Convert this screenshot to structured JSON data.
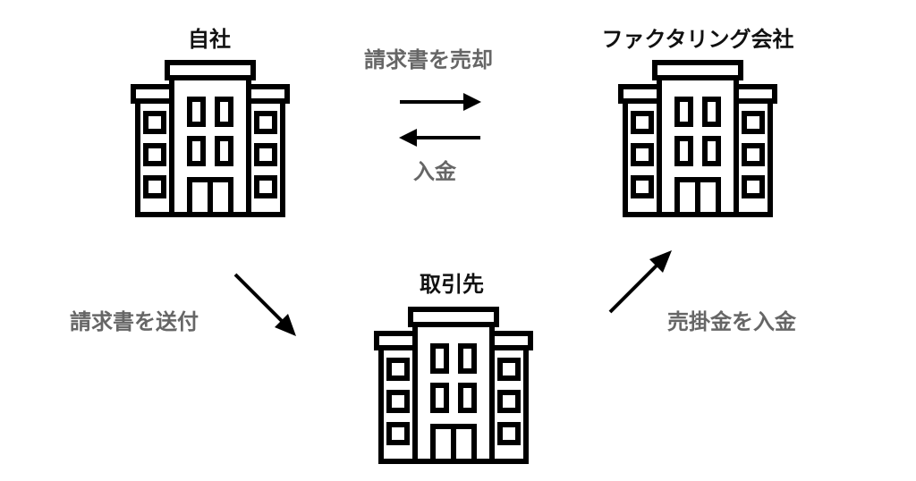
{
  "nodes": {
    "own_company": {
      "title": "自社",
      "icon": "office-building-icon"
    },
    "factoring_company": {
      "title": "ファクタリング会社",
      "icon": "office-building-icon"
    },
    "client": {
      "title": "取引先",
      "icon": "office-building-icon"
    }
  },
  "flows": {
    "sell_invoice": "請求書を売却",
    "payment": "入金",
    "send_invoice": "請求書を送付",
    "pay_receivable": "売掛金を入金"
  },
  "colors": {
    "icon": "#000000",
    "title": "#111111",
    "flow_label": "#666666"
  }
}
